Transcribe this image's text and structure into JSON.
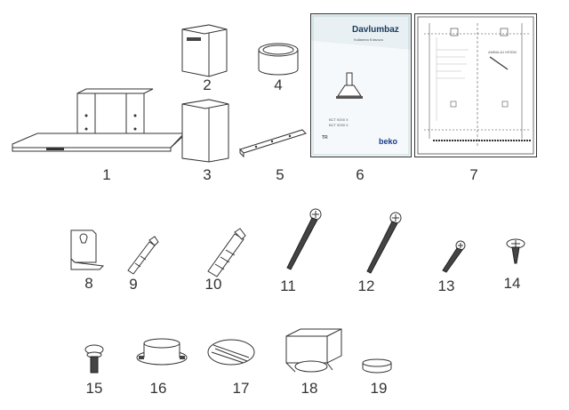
{
  "parts": [
    {
      "number": "1"
    },
    {
      "number": "2"
    },
    {
      "number": "3"
    },
    {
      "number": "4"
    },
    {
      "number": "5"
    },
    {
      "number": "6"
    },
    {
      "number": "7"
    },
    {
      "number": "8"
    },
    {
      "number": "9"
    },
    {
      "number": "10"
    },
    {
      "number": "11"
    },
    {
      "number": "12"
    },
    {
      "number": "13"
    },
    {
      "number": "14"
    },
    {
      "number": "15"
    },
    {
      "number": "16"
    },
    {
      "number": "17"
    },
    {
      "number": "18"
    },
    {
      "number": "19"
    }
  ],
  "manual": {
    "title": "Davlumbaz",
    "subtitle": "Kullanma Kılavuzu",
    "brand": "beko",
    "model_line1": "BCT 9200 X",
    "model_line2": "BCT 9250 X",
    "language": "TR"
  },
  "template": {
    "label": "AMBALAJ KESİM"
  }
}
